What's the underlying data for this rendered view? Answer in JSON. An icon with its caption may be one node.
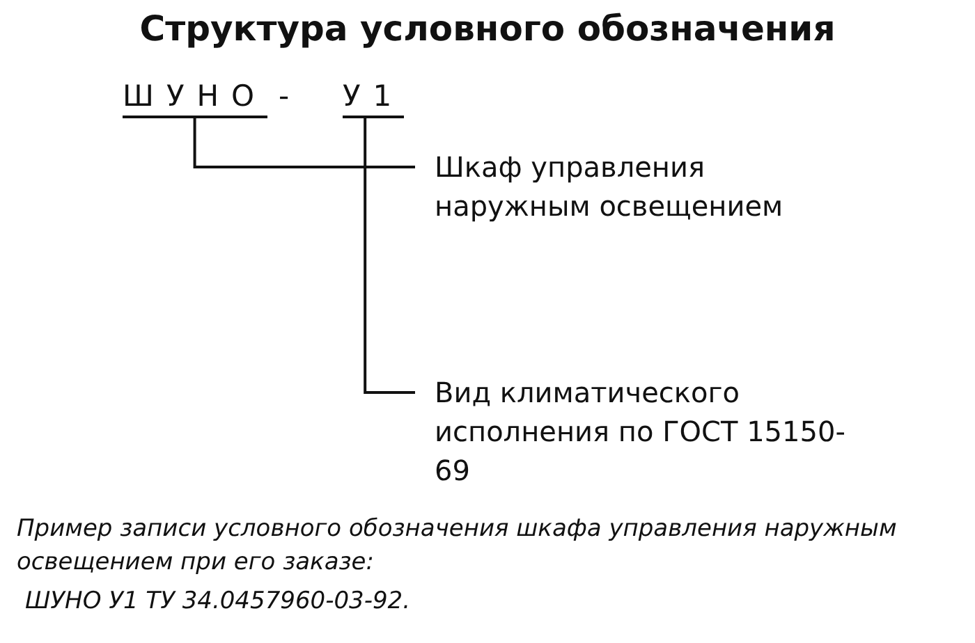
{
  "diagram": {
    "title": "Структура условного обозначения",
    "nodes": [
      {
        "text": [
          "ШУНО"
        ]
      },
      {
        "text": [
          "У1"
        ]
      },
      {
        "text": [
          "Шкаф управления наружным освещением"
        ]
      },
      {
        "text": [
          "Вид климатического исполнения по ГОСТ 15150-69"
        ]
      }
    ],
    "edges": [
      {
        "from": 2,
        "to": 0,
        "arrow": "none"
      },
      {
        "from": 3,
        "to": 1,
        "arrow": "none"
      }
    ],
    "labels": [
      "-",
      "ШУНО У1 ТУ 34.0457960-03-92."
    ],
    "caption": "Пример записи условного обозначения шкафа управления наружным освещением при его заказе:"
  }
}
